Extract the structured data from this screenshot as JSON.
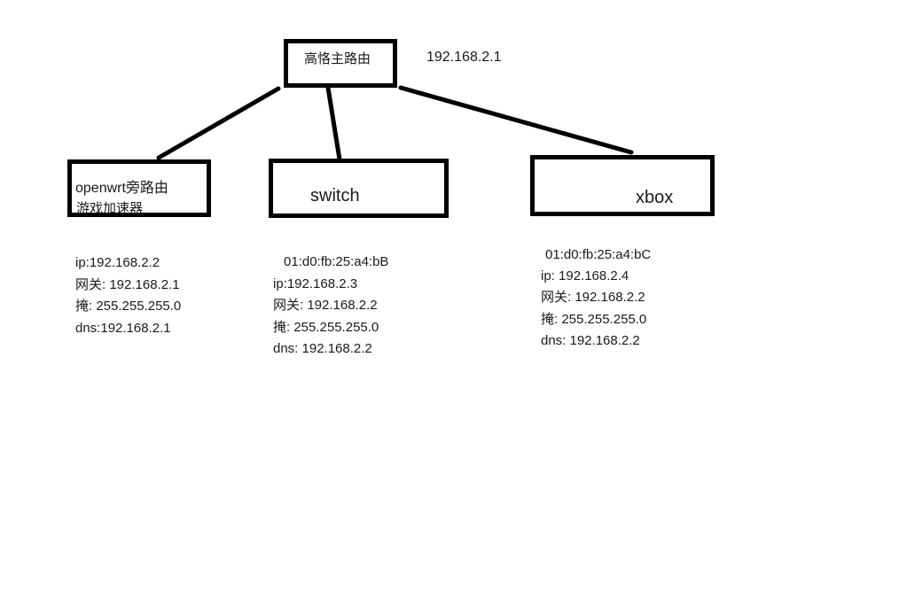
{
  "router": {
    "label": "高恪主路由",
    "ip": "192.168.2.1"
  },
  "openwrt": {
    "name": "openwrt旁路由",
    "subtitle": "游戏加速器",
    "lines": [
      "ip:192.168.2.2",
      "网关: 192.168.2.1",
      "掩: 255.255.255.0",
      "dns:192.168.2.1"
    ]
  },
  "switch": {
    "name": "switch",
    "mac": "01:d0:fb:25:a4:bB",
    "lines": [
      "ip:192.168.2.3",
      "网关: 192.168.2.2",
      "掩: 255.255.255.0",
      "dns: 192.168.2.2"
    ]
  },
  "xbox": {
    "name": "xbox",
    "mac": "01:d0:fb:25:a4:bC",
    "lines": [
      "ip: 192.168.2.4",
      "网关: 192.168.2.2",
      "掩: 255.255.255.0",
      "dns: 192.168.2.2"
    ]
  },
  "colors": {
    "stroke": "#000000",
    "text": "#1a1a1a",
    "background": "#ffffff"
  }
}
